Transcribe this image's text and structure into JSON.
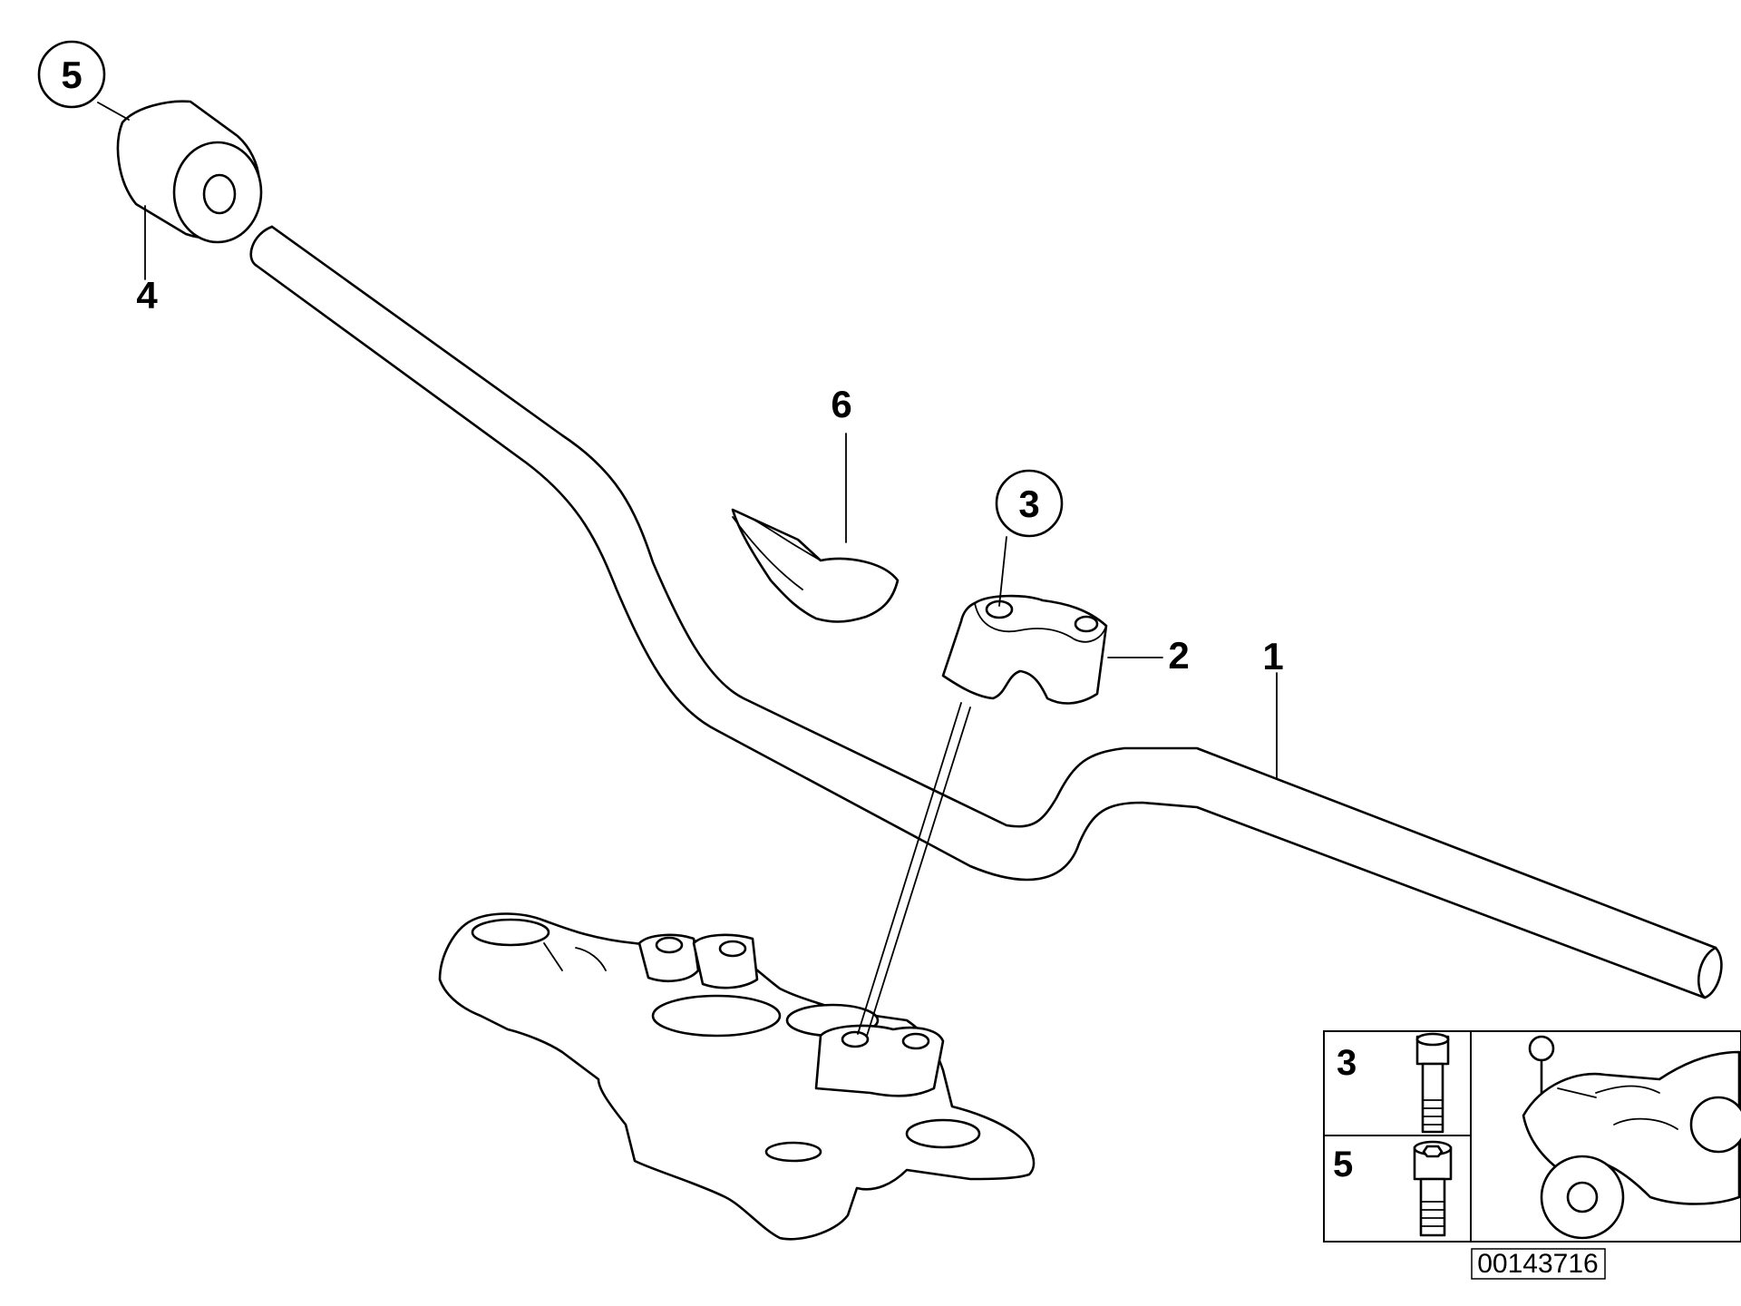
{
  "callouts": {
    "c1": "1",
    "c2": "2",
    "c3": "3",
    "c4": "4",
    "c5": "5",
    "c6": "6"
  },
  "legend": {
    "row1_label": "3",
    "row2_label": "5"
  },
  "reference_number": "00143716",
  "icons": {
    "row1": "socket-head-screw-icon",
    "row2": "hex-socket-screw-icon",
    "vehicle": "motorcycle-icon"
  }
}
